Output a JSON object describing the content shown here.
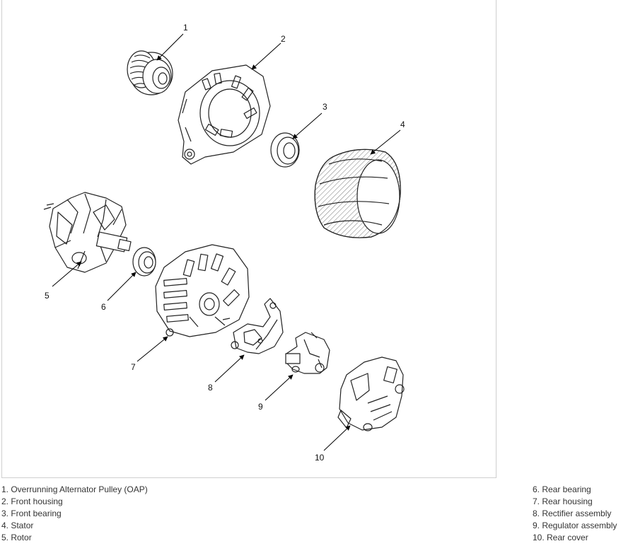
{
  "callouts": [
    "1",
    "2",
    "3",
    "4",
    "5",
    "6",
    "7",
    "8",
    "9",
    "10"
  ],
  "legend": {
    "left": [
      "1. Overrunning Alternator Pulley (OAP)",
      "2. Front housing",
      "3. Front bearing",
      "4. Stator",
      "5. Rotor"
    ],
    "right": [
      "6. Rear bearing",
      "7. Rear housing",
      "8. Rectifier assembly",
      "9. Regulator assembly",
      "10. Rear cover"
    ]
  }
}
